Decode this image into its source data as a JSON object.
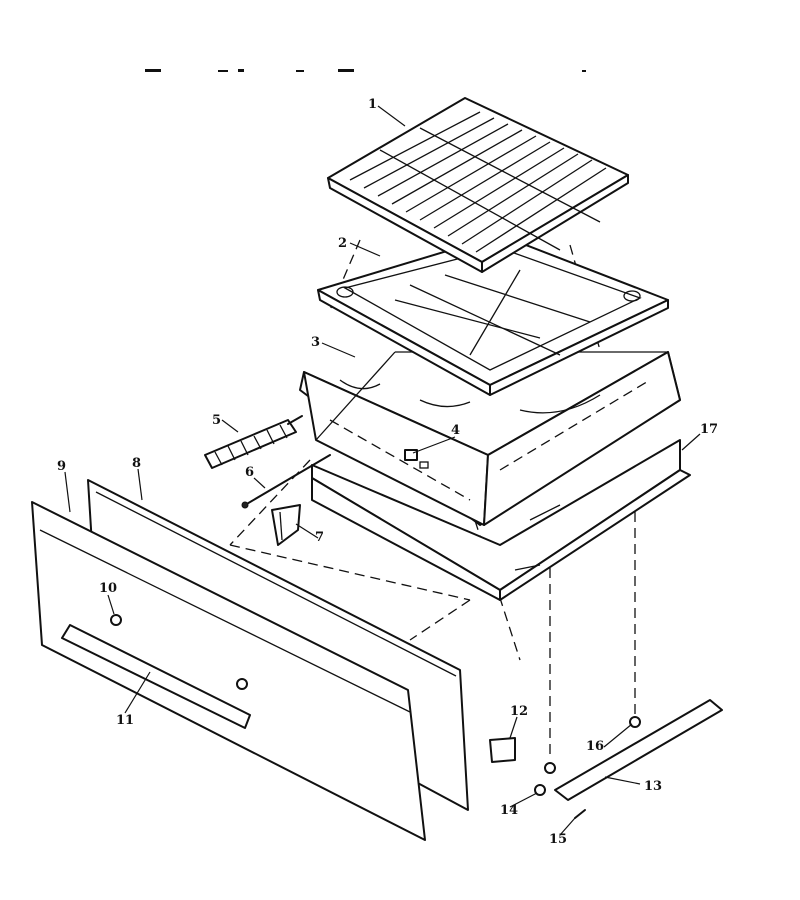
{
  "callouts": [
    {
      "id": "1",
      "text": "1"
    },
    {
      "id": "2",
      "text": "2"
    },
    {
      "id": "3",
      "text": "3"
    },
    {
      "id": "4",
      "text": "4"
    },
    {
      "id": "5",
      "text": "5"
    },
    {
      "id": "6",
      "text": "6"
    },
    {
      "id": "7",
      "text": "7"
    },
    {
      "id": "8",
      "text": "8"
    },
    {
      "id": "9",
      "text": "9"
    },
    {
      "id": "10",
      "text": "10"
    },
    {
      "id": "11",
      "text": "11"
    },
    {
      "id": "12",
      "text": "12"
    },
    {
      "id": "13",
      "text": "13"
    },
    {
      "id": "14",
      "text": "14"
    },
    {
      "id": "15",
      "text": "15"
    },
    {
      "id": "16",
      "text": "16"
    },
    {
      "id": "17",
      "text": "17"
    }
  ],
  "colors": {
    "line": "#111111",
    "background": "#ffffff"
  }
}
